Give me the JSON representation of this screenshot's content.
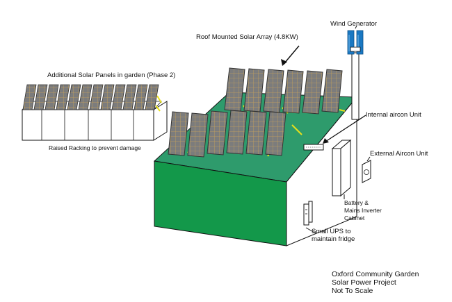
{
  "labels": {
    "wind_generator": "Wind Generator",
    "roof_array": "Roof Mounted Solar Array (4.8KW)",
    "garden_panels": "Additional Solar Panels in garden (Phase 2)",
    "raised_racking": "Raised Racking to prevent damage",
    "internal_aircon": "Internal aircon Unit",
    "external_aircon": "External Aircon Unit",
    "battery_line1": "Battery &",
    "battery_line2": "Mains Inverter",
    "battery_line3": "Cabinet",
    "ups_line1": "Small UPS to",
    "ups_line2": "maintain fridge"
  },
  "footer": {
    "line1": "Oxford Community Garden",
    "line2": "Solar Power Project",
    "line3": "Not To Scale"
  },
  "colors": {
    "roof": "#2e9b6c",
    "front_wall": "#13984a",
    "panel": "#7c7c7c",
    "panel_grid": "#c9a35a",
    "support": "#e8e01a",
    "turbine": "#1a78c2"
  }
}
